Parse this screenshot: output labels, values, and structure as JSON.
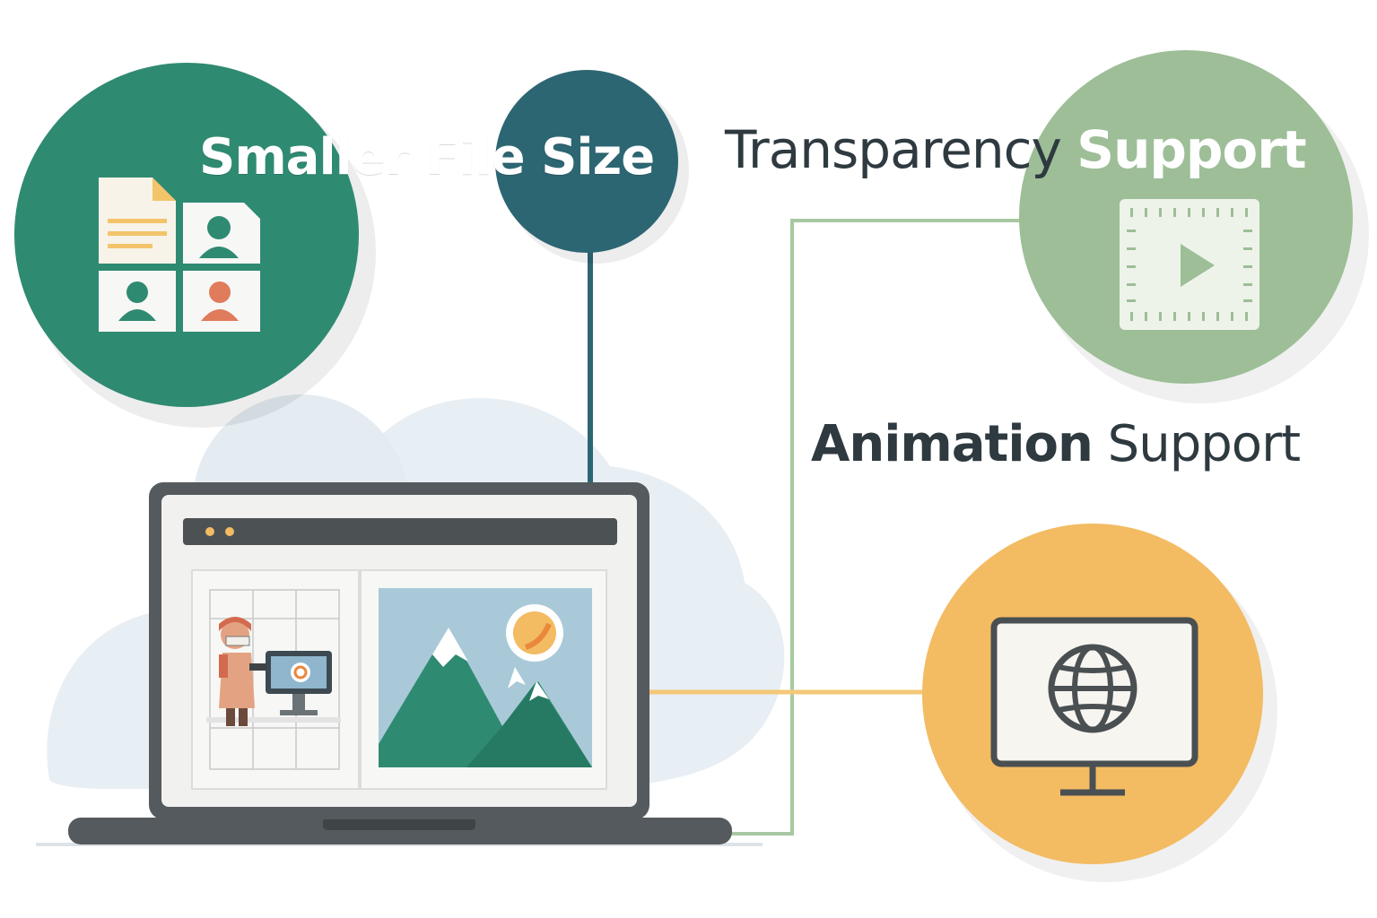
{
  "labels": {
    "smaller_file_size": "Smaller File Size",
    "transparency_word": "Transparency",
    "support_word_top": "Support",
    "animation_word": "Animation",
    "support_word_bottom": "Support"
  },
  "icons": {
    "top_left_circle": "file-grid-icon",
    "small_top_circle": "blank-circle",
    "top_right_circle": "film-play-icon",
    "bottom_right_circle": "monitor-globe-icon",
    "laptop_left_panel": "person-at-computer-illustration",
    "laptop_right_panel": "mountain-landscape-image"
  },
  "colors": {
    "teal_green": "#2f8a72",
    "dark_teal": "#2d6673",
    "sage_green": "#9dbe97",
    "orange": "#f3bb62",
    "cloud": "#e6edf3",
    "laptop_frame": "#545a5e",
    "connector_sage": "#a8c8a2",
    "connector_orange": "#f4c877"
  }
}
